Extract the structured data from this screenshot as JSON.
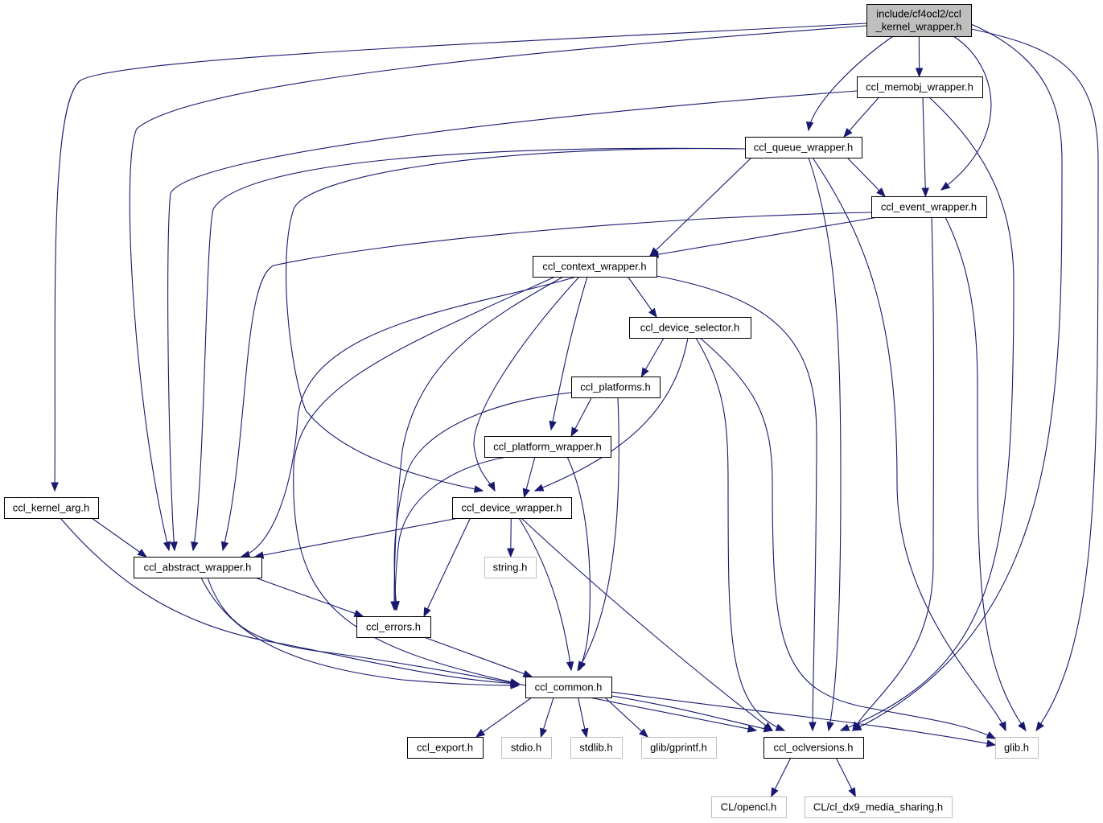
{
  "colors": {
    "edge": "#191970",
    "root_fill": "#bfbfbf",
    "root_stroke": "#000000",
    "local_stroke": "#000000",
    "local_fill": "#ffffff",
    "external_stroke": "#bfbfbf",
    "external_fill": "#ffffff"
  },
  "nodes": [
    {
      "id": "root",
      "kind": "root",
      "lines": [
        "include/cf4ocl2/ccl",
        "_kernel_wrapper.h"
      ]
    },
    {
      "id": "memobj",
      "kind": "local",
      "lines": [
        "ccl_memobj_wrapper.h"
      ]
    },
    {
      "id": "queue",
      "kind": "local",
      "lines": [
        "ccl_queue_wrapper.h"
      ]
    },
    {
      "id": "event",
      "kind": "local",
      "lines": [
        "ccl_event_wrapper.h"
      ]
    },
    {
      "id": "context",
      "kind": "local",
      "lines": [
        "ccl_context_wrapper.h"
      ]
    },
    {
      "id": "devsel",
      "kind": "local",
      "lines": [
        "ccl_device_selector.h"
      ]
    },
    {
      "id": "platforms",
      "kind": "local",
      "lines": [
        "ccl_platforms.h"
      ]
    },
    {
      "id": "platform",
      "kind": "local",
      "lines": [
        "ccl_platform_wrapper.h"
      ]
    },
    {
      "id": "device",
      "kind": "local",
      "lines": [
        "ccl_device_wrapper.h"
      ]
    },
    {
      "id": "kernelarg",
      "kind": "local",
      "lines": [
        "ccl_kernel_arg.h"
      ]
    },
    {
      "id": "abstract",
      "kind": "local",
      "lines": [
        "ccl_abstract_wrapper.h"
      ]
    },
    {
      "id": "string",
      "kind": "external",
      "lines": [
        "string.h"
      ]
    },
    {
      "id": "errors",
      "kind": "local",
      "lines": [
        "ccl_errors.h"
      ]
    },
    {
      "id": "common",
      "kind": "local",
      "lines": [
        "ccl_common.h"
      ]
    },
    {
      "id": "export",
      "kind": "local",
      "lines": [
        "ccl_export.h"
      ]
    },
    {
      "id": "stdio",
      "kind": "external",
      "lines": [
        "stdio.h"
      ]
    },
    {
      "id": "stdlib",
      "kind": "external",
      "lines": [
        "stdlib.h"
      ]
    },
    {
      "id": "gprintf",
      "kind": "external",
      "lines": [
        "glib/gprintf.h"
      ]
    },
    {
      "id": "oclversions",
      "kind": "local",
      "lines": [
        "ccl_oclversions.h"
      ]
    },
    {
      "id": "glib",
      "kind": "external",
      "lines": [
        "glib.h"
      ]
    },
    {
      "id": "opencl",
      "kind": "external",
      "lines": [
        "CL/opencl.h"
      ]
    },
    {
      "id": "dx9",
      "kind": "external",
      "lines": [
        "CL/cl_dx9_media_sharing.h"
      ]
    }
  ],
  "edges": [
    [
      "root",
      "kernelarg"
    ],
    [
      "root",
      "abstract"
    ],
    [
      "root",
      "memobj"
    ],
    [
      "root",
      "queue"
    ],
    [
      "root",
      "event"
    ],
    [
      "root",
      "oclversions"
    ],
    [
      "root",
      "glib"
    ],
    [
      "memobj",
      "abstract"
    ],
    [
      "memobj",
      "queue"
    ],
    [
      "memobj",
      "event"
    ],
    [
      "memobj",
      "oclversions"
    ],
    [
      "queue",
      "abstract"
    ],
    [
      "queue",
      "event"
    ],
    [
      "queue",
      "context"
    ],
    [
      "queue",
      "device"
    ],
    [
      "queue",
      "oclversions"
    ],
    [
      "queue",
      "glib"
    ],
    [
      "event",
      "abstract"
    ],
    [
      "event",
      "context"
    ],
    [
      "event",
      "oclversions"
    ],
    [
      "event",
      "glib"
    ],
    [
      "context",
      "abstract"
    ],
    [
      "context",
      "devsel"
    ],
    [
      "context",
      "platform"
    ],
    [
      "context",
      "device"
    ],
    [
      "context",
      "errors"
    ],
    [
      "context",
      "common"
    ],
    [
      "context",
      "oclversions"
    ],
    [
      "devsel",
      "platforms"
    ],
    [
      "devsel",
      "device"
    ],
    [
      "devsel",
      "oclversions"
    ],
    [
      "devsel",
      "glib"
    ],
    [
      "platforms",
      "platform"
    ],
    [
      "platforms",
      "errors"
    ],
    [
      "platforms",
      "common"
    ],
    [
      "platform",
      "device"
    ],
    [
      "platform",
      "errors"
    ],
    [
      "platform",
      "common"
    ],
    [
      "device",
      "abstract"
    ],
    [
      "device",
      "string"
    ],
    [
      "device",
      "errors"
    ],
    [
      "device",
      "common"
    ],
    [
      "device",
      "oclversions"
    ],
    [
      "kernelarg",
      "abstract"
    ],
    [
      "kernelarg",
      "common"
    ],
    [
      "abstract",
      "errors"
    ],
    [
      "abstract",
      "common"
    ],
    [
      "abstract",
      "oclversions"
    ],
    [
      "errors",
      "common"
    ],
    [
      "common",
      "export"
    ],
    [
      "common",
      "stdio"
    ],
    [
      "common",
      "stdlib"
    ],
    [
      "common",
      "gprintf"
    ],
    [
      "common",
      "oclversions"
    ],
    [
      "common",
      "glib"
    ],
    [
      "oclversions",
      "opencl"
    ],
    [
      "oclversions",
      "dx9"
    ]
  ]
}
